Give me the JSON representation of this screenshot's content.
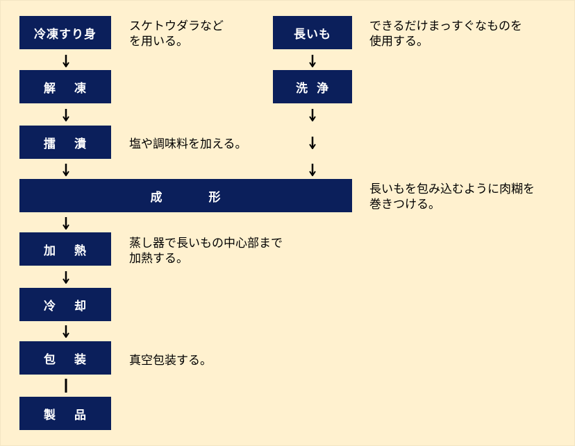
{
  "left_flow": [
    {
      "label": "冷凍すり身",
      "note": [
        "スケトウダラなど",
        "を用いる。"
      ]
    },
    {
      "label": [
        "解",
        "凍"
      ]
    },
    {
      "label": [
        "擂",
        "潰"
      ],
      "note": [
        "塩や調味料を加える。"
      ]
    },
    {
      "label": [
        "成",
        "形"
      ],
      "note": [
        "長いもを包み込むように肉糊を",
        "巻きつける。"
      ]
    },
    {
      "label": [
        "加",
        "熱"
      ],
      "note": [
        "蒸し器で長いもの中心部まで",
        "加熱する。"
      ]
    },
    {
      "label": [
        "冷",
        "却"
      ]
    },
    {
      "label": [
        "包",
        "装"
      ],
      "note": [
        "真空包装する。"
      ]
    },
    {
      "label": [
        "製",
        "品"
      ]
    }
  ],
  "right_flow": [
    {
      "label": "長いも",
      "note": [
        "できるだけまっすぐなものを",
        "使用する。"
      ]
    },
    {
      "label": [
        "洗",
        "浄"
      ]
    }
  ],
  "colors": {
    "background": "#fff1cf",
    "box": "#0b1f5b",
    "box_text": "#ffffff"
  }
}
